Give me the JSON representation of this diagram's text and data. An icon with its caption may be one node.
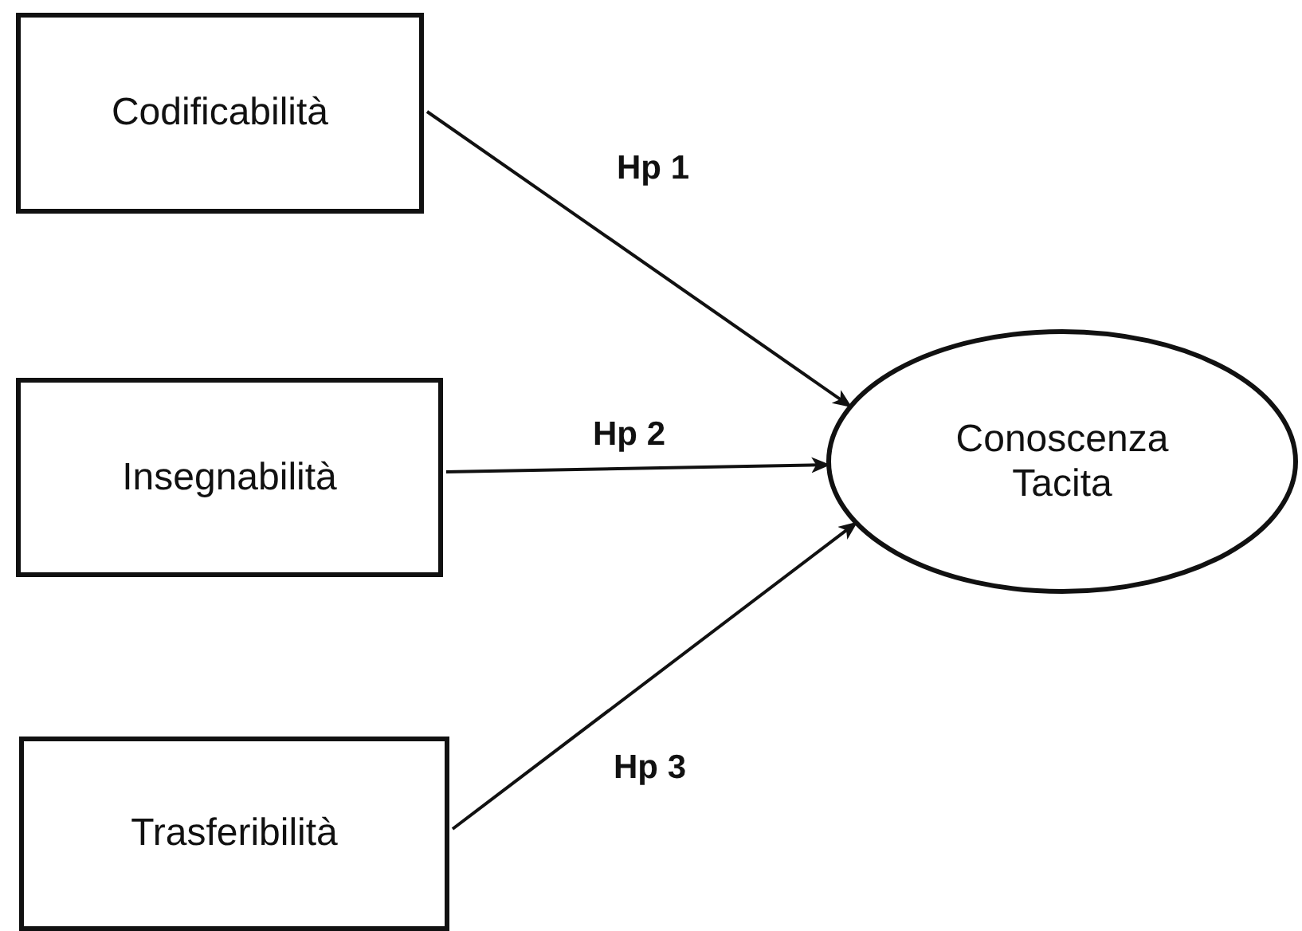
{
  "diagram": {
    "nodes": [
      {
        "text": [
          "Codificabilità"
        ]
      },
      {
        "text": [
          "Insegnabilità"
        ]
      },
      {
        "text": [
          "Trasferibilità"
        ]
      },
      {
        "text": [
          "Conoscenza Tacita"
        ]
      }
    ],
    "edges": [
      {
        "from": 0,
        "to": 3,
        "arrow": "to",
        "label": "Hp 1"
      },
      {
        "from": 1,
        "to": 3,
        "arrow": "to",
        "label": "Hp 2"
      },
      {
        "from": 2,
        "to": 3,
        "arrow": "to",
        "label": "Hp 3"
      }
    ]
  }
}
